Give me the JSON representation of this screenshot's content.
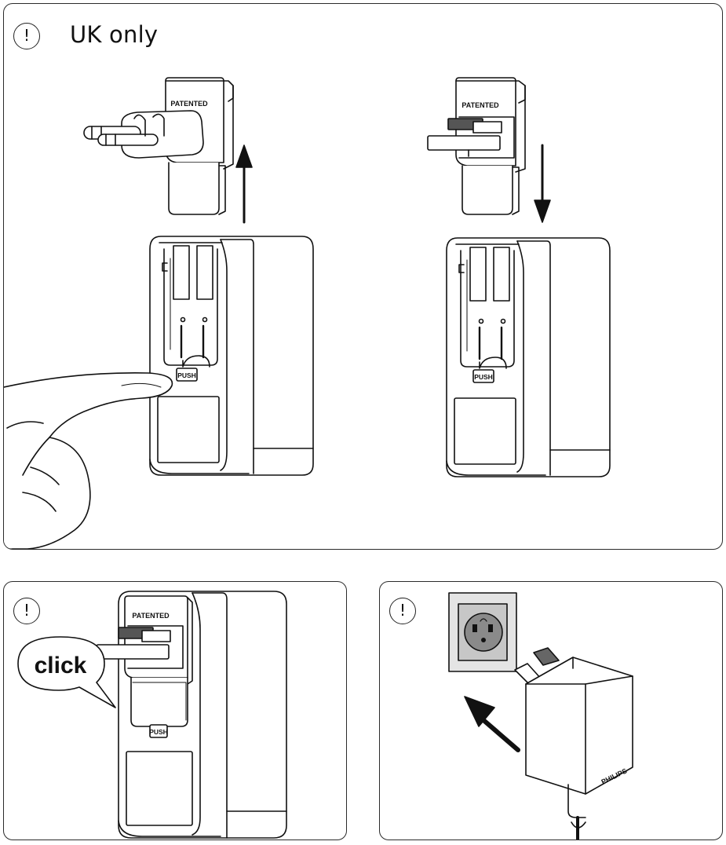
{
  "top_panel": {
    "warning_symbol": "!",
    "title": "UK only"
  },
  "labels": {
    "patented": "PATENTED",
    "push": "PUSH",
    "click": "click",
    "brand": "PHILIPS"
  },
  "bottom_left": {
    "warning_symbol": "!"
  },
  "bottom_right": {
    "warning_symbol": "!"
  },
  "icons": [
    "warning-icon",
    "arrow-up-icon",
    "arrow-down-icon",
    "finger-icon",
    "wall-socket-icon",
    "arrow-diagonal-icon"
  ]
}
